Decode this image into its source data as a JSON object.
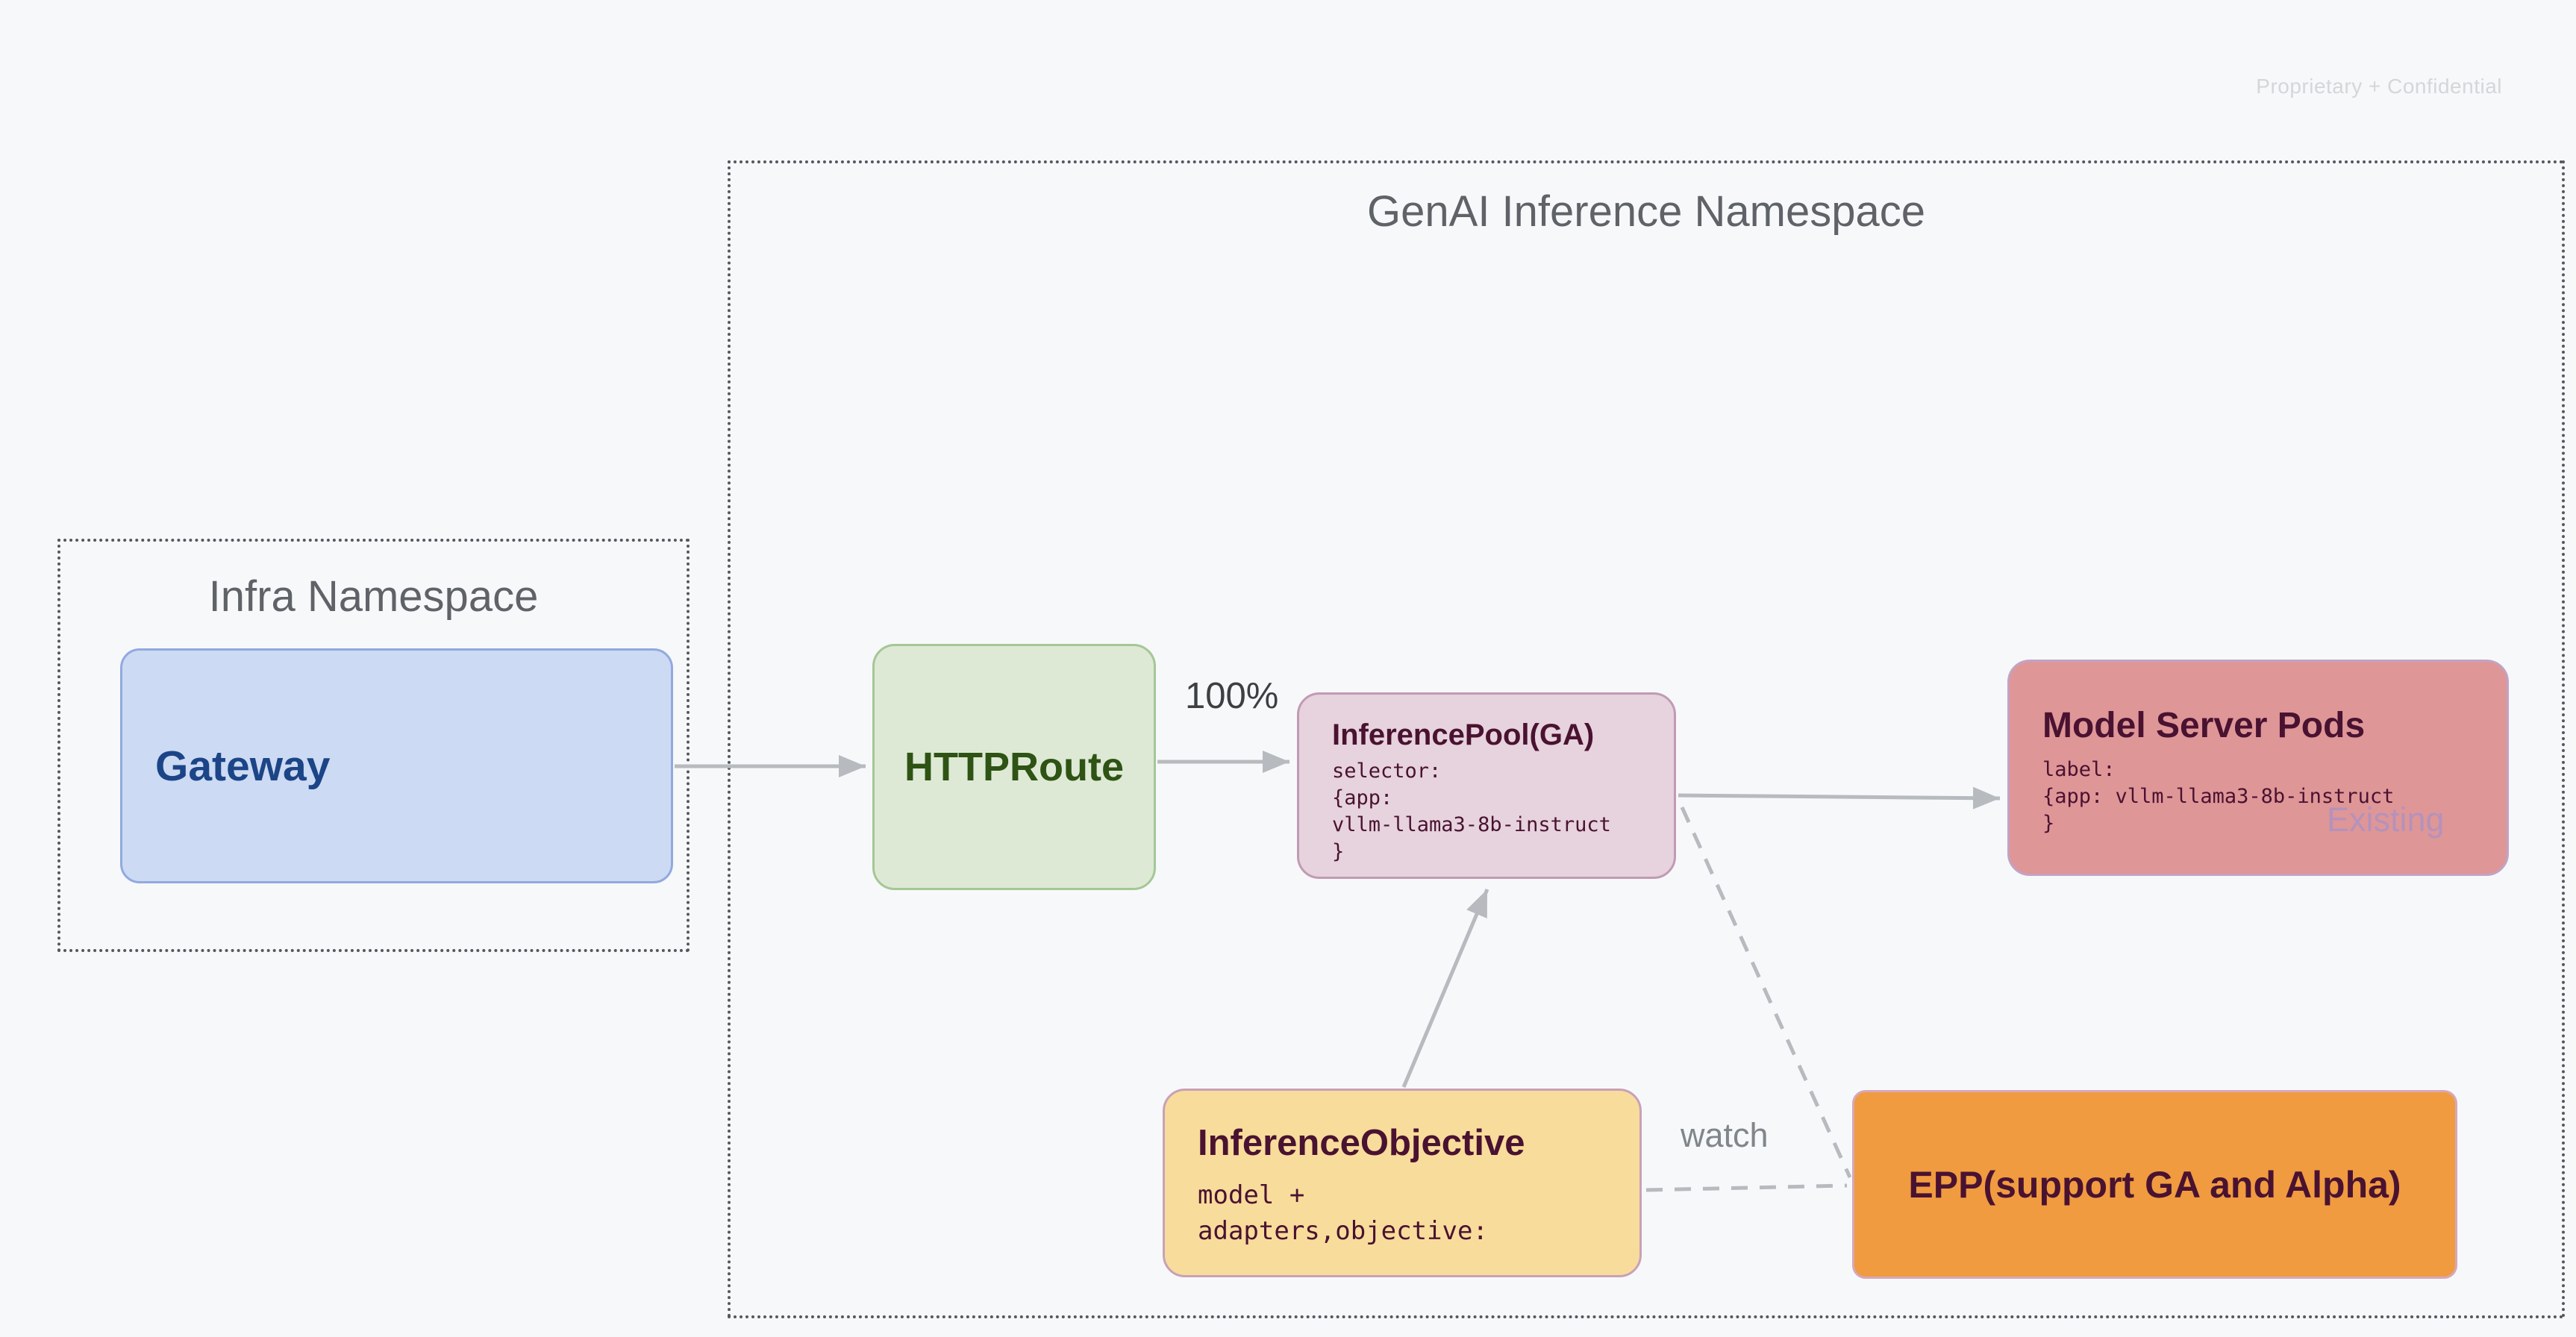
{
  "page": {
    "watermark": "Proprietary + Confidential",
    "background_color": "#f7f8fa"
  },
  "namespaces": {
    "infra": {
      "title": "Infra Namespace"
    },
    "genai": {
      "title": "GenAI Inference Namespace"
    }
  },
  "nodes": {
    "gateway": {
      "label": "Gateway",
      "fill": "#ccdaf3",
      "border": "#92a9df",
      "text_color": "#1c4587"
    },
    "httproute": {
      "label": "HTTPRoute",
      "fill": "#dde9d5",
      "border": "#a5c795",
      "text_color": "#2e5314"
    },
    "inference_pool": {
      "title": "InferencePool(GA)",
      "code_lines": [
        "selector:",
        "{app:",
        "vllm-llama3-8b-instruct",
        "}"
      ],
      "fill": "#e6d3dd",
      "border": "#c29ab4",
      "text_color": "#4a1231"
    },
    "model_server_pods": {
      "title": "Model Server Pods",
      "code_lines": [
        "label:",
        "{app: vllm-llama3-8b-instruct",
        "}"
      ],
      "badge": "Existing",
      "fill": "#df9697",
      "border": "#c2a3c4",
      "text_color": "#4a1231",
      "badge_color": "#b492bb"
    },
    "inference_objective": {
      "title": "InferenceObjective",
      "code_lines": [
        "model +",
        "adapters,objective:"
      ],
      "fill": "#f8dc9b",
      "border": "#c8a1b8",
      "text_color": "#4a1231"
    },
    "epp": {
      "label": "EPP(support GA and Alpha)",
      "fill": "#f09b40",
      "border": "#d5a8ba",
      "text_color": "#4a1231"
    }
  },
  "edges": {
    "gateway_to_httproute": {
      "type": "solid-arrow",
      "label": ""
    },
    "httproute_to_pool": {
      "type": "solid-arrow",
      "label": "100%"
    },
    "pool_to_pods": {
      "type": "solid-arrow",
      "label": ""
    },
    "objective_to_pool": {
      "type": "solid-arrow",
      "label": ""
    },
    "pool_to_epp": {
      "type": "dashed",
      "label": ""
    },
    "objective_to_epp": {
      "type": "dashed",
      "label": "watch"
    },
    "arrow_color": "#b7babe"
  }
}
